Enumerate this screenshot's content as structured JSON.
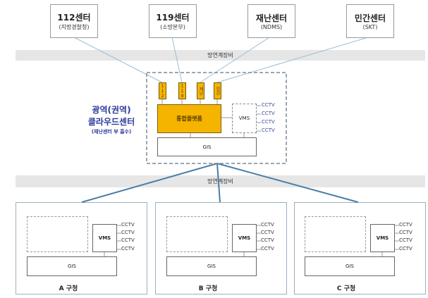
{
  "centers": [
    {
      "name": "112센터",
      "sub": "(지방경찰청)"
    },
    {
      "name": "119센터",
      "sub": "(소방본부)"
    },
    {
      "name": "재난센터",
      "sub": "(NDMS)"
    },
    {
      "name": "민간센터",
      "sub": "(SKT)"
    }
  ],
  "network_band_label": "망연계장비",
  "cloud": {
    "title_line1": "광역(권역)",
    "title_line2": "클라우드센터",
    "title_line3": "(재난센터 부 흡수)",
    "tags": [
      "112",
      "119",
      "재난",
      "민간"
    ],
    "platform": "통합플랫폼",
    "vms": "VMS",
    "gis": "GIS",
    "cctv": [
      "CCTV",
      "CCTV",
      "CCTV",
      "CCTV"
    ]
  },
  "districts": [
    {
      "label": "A 구청",
      "vms": "VMS",
      "gis": "GIS",
      "cctv": [
        "CCTV",
        "CCTV",
        "CCTV",
        "CCTV"
      ]
    },
    {
      "label": "B 구청",
      "vms": "VMS",
      "gis": "GIS",
      "cctv": [
        "CCTV",
        "CCTV",
        "CCTV",
        "CCTV"
      ]
    },
    {
      "label": "C 구청",
      "vms": "VMS",
      "gis": "GIS",
      "cctv": [
        "CCTV",
        "CCTV",
        "CCTV",
        "CCTV"
      ]
    }
  ],
  "colors": {
    "platform": "#f5b400",
    "cloud_text": "#2b3a9a",
    "link": "#4a7fa8"
  }
}
